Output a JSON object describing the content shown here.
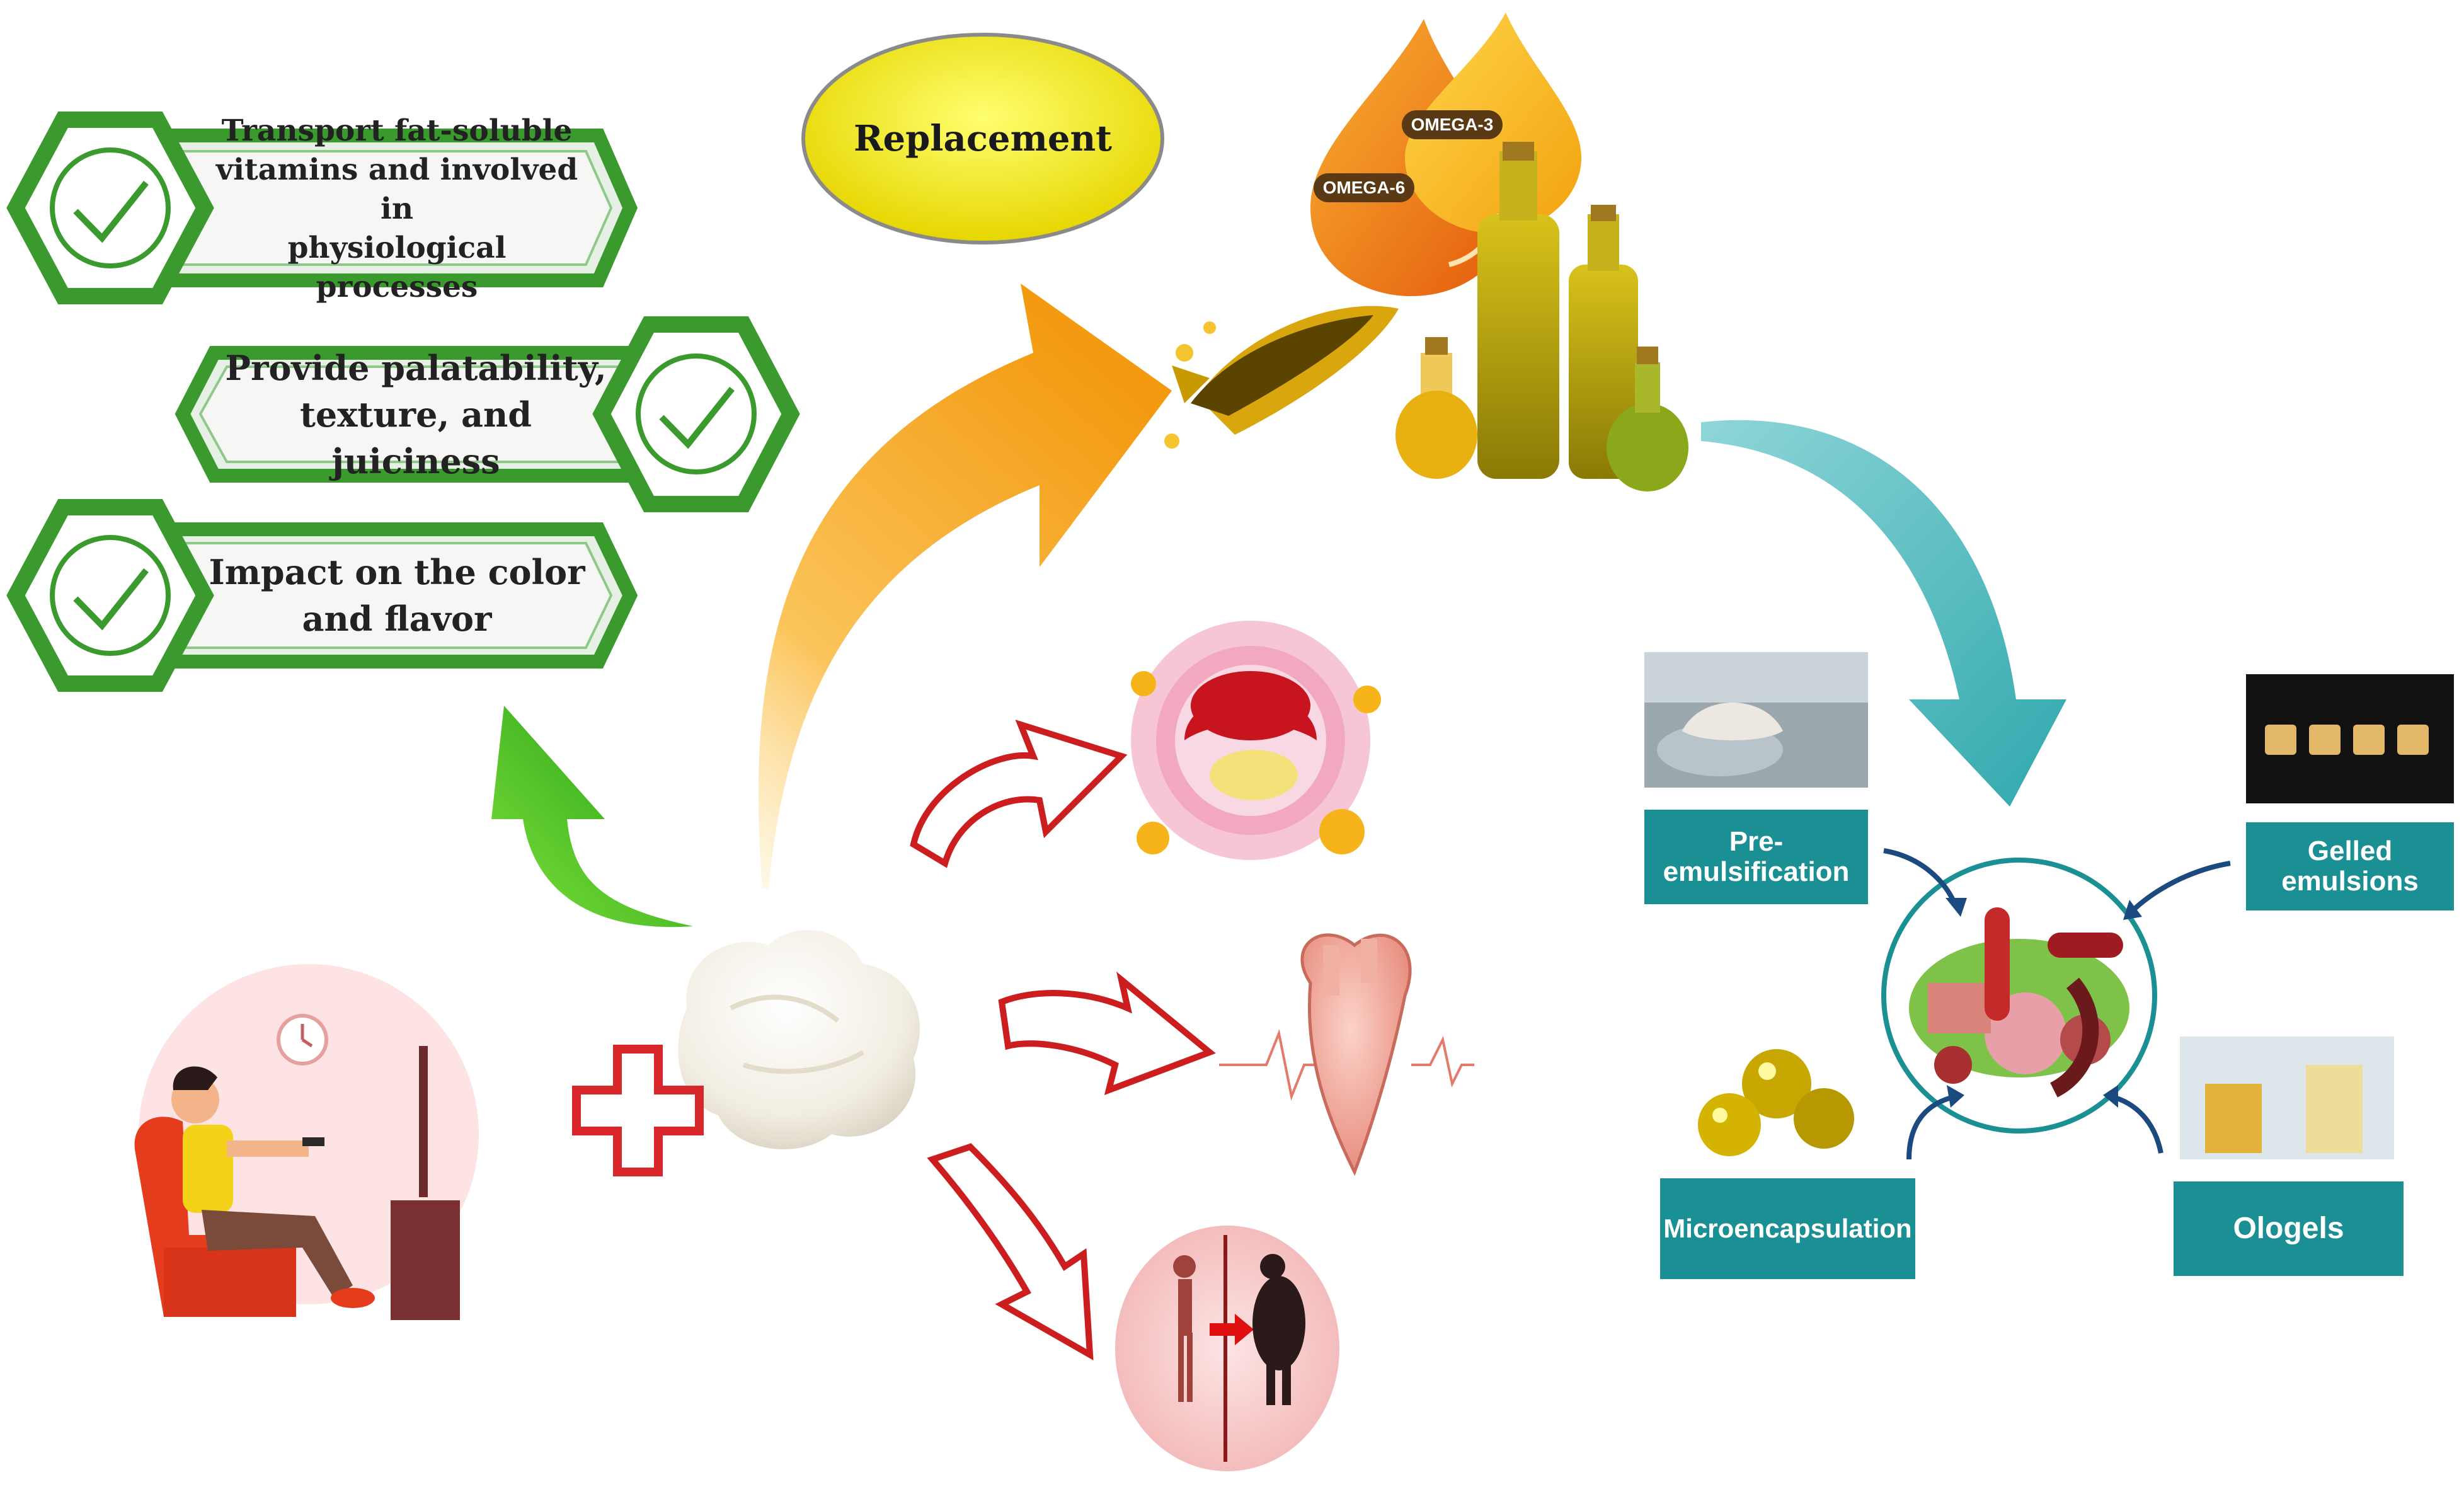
{
  "benefits": [
    {
      "text_lines": [
        "Transport fat-soluble",
        "vitamins and involved in",
        "physiological processes"
      ],
      "icon": "check-icon"
    },
    {
      "text_lines": [
        "Provide palatability,",
        "texture, and juiciness"
      ],
      "icon": "check-icon"
    },
    {
      "text_lines": [
        "Impact on the color",
        "and flavor"
      ],
      "icon": "check-icon"
    }
  ],
  "replacement_label": "Replacement",
  "omega_labels": {
    "omega3": "OMEGA-3",
    "omega6": "OMEGA-6"
  },
  "strategies": {
    "pre_emulsification": "Pre-emulsification",
    "gelled_emulsions": "Gelled emulsions",
    "microencapsulation": "Microencapsulation",
    "ologels": "Ologels"
  },
  "colors": {
    "green_accent": "#3a9a2e",
    "orange_arrow": "#f7a31a",
    "teal": "#1a8f94",
    "replacement_yellow": "#f5f00a",
    "red_cross": "#d9262b"
  }
}
